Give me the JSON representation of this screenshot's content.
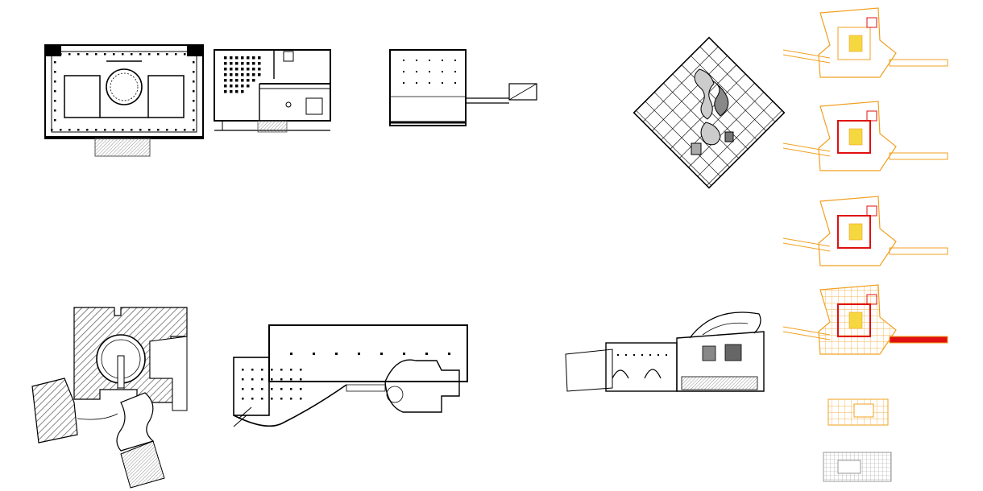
{
  "sheet": {
    "background": "#ffffff",
    "line_color": "#000000",
    "hatch_color": "#555555",
    "orange": "#f0a020",
    "red": "#e01010",
    "yellow": "#f5d840",
    "gray": "#9a9a9a"
  },
  "drawings": [
    {
      "id": "plan-neoclassical-museum",
      "kind": "floor-plan"
    },
    {
      "id": "plan-grid-court",
      "kind": "floor-plan"
    },
    {
      "id": "plan-long-pavilion",
      "kind": "floor-plan"
    },
    {
      "id": "plan-diamond-grid",
      "kind": "floor-plan"
    },
    {
      "id": "plan-hatched-rotunda",
      "kind": "floor-plan"
    },
    {
      "id": "plan-curved-gallery",
      "kind": "floor-plan"
    },
    {
      "id": "plan-historic-complex",
      "kind": "floor-plan"
    },
    {
      "id": "site-plan-series",
      "kind": "site-plan",
      "count": 6
    }
  ]
}
